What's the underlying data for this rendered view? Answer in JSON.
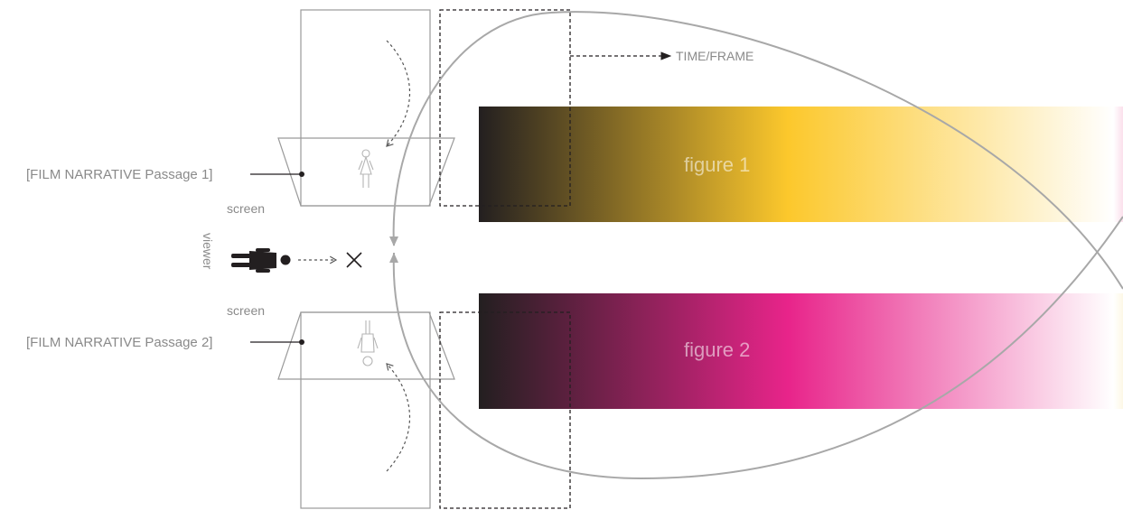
{
  "labels": {
    "time_frame": "TIME/FRAME",
    "passage_1": "[FILM NARRATIVE Passage 1]",
    "passage_2": "[FILM NARRATIVE Passage 2]",
    "screen_top": "screen",
    "screen_bottom": "screen",
    "viewer": "viewer"
  },
  "bands": [
    {
      "label": "figure 1",
      "colors": [
        "#231f20",
        "#fcc82c",
        "#ffffff",
        "#fbe0ec"
      ]
    },
    {
      "label": "figure 2",
      "colors": [
        "#231f20",
        "#e8248a",
        "#ffffff",
        "#fdf8e6"
      ]
    }
  ],
  "icons": {
    "figure_top": "female-figure-icon",
    "figure_bottom": "inverted-figure-icon",
    "viewer": "viewer-figure-icon",
    "target": "x-mark-icon"
  }
}
